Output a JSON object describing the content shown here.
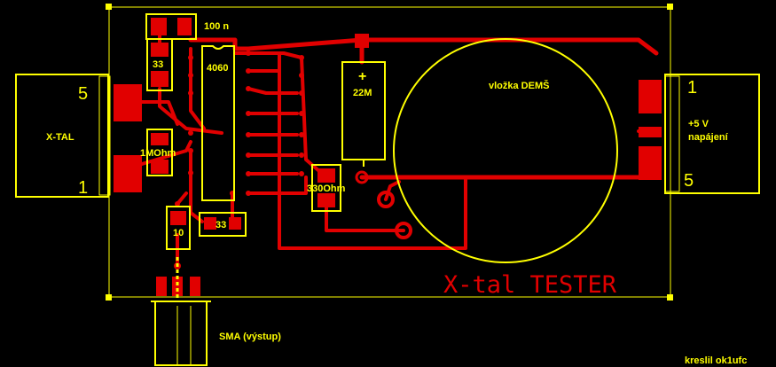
{
  "board": {
    "title": "X-tal TESTER",
    "author": "kreslil ok1ufc"
  },
  "labels": {
    "cap_100n": "100 n",
    "r_33_top": "33",
    "ic": "4060",
    "cap_22m": "22M",
    "crystal_socket": "vložka DEMŠ",
    "xtal": "X-TAL",
    "xtal_pin5": "5",
    "xtal_pin1": "1",
    "r_1mohm": "1MOhm",
    "r_330ohm": "330Ohm",
    "r_33_bottom": "33",
    "r_10": "10",
    "power_label_1": "+5 V",
    "power_label_2": "napájení",
    "power_pin1": "1",
    "power_pin5": "5",
    "sma": "SMA (výstup)",
    "cap_plus": "+"
  },
  "colors": {
    "background": "#000000",
    "copper": "#e10000",
    "silkscreen": "#ffff00"
  }
}
